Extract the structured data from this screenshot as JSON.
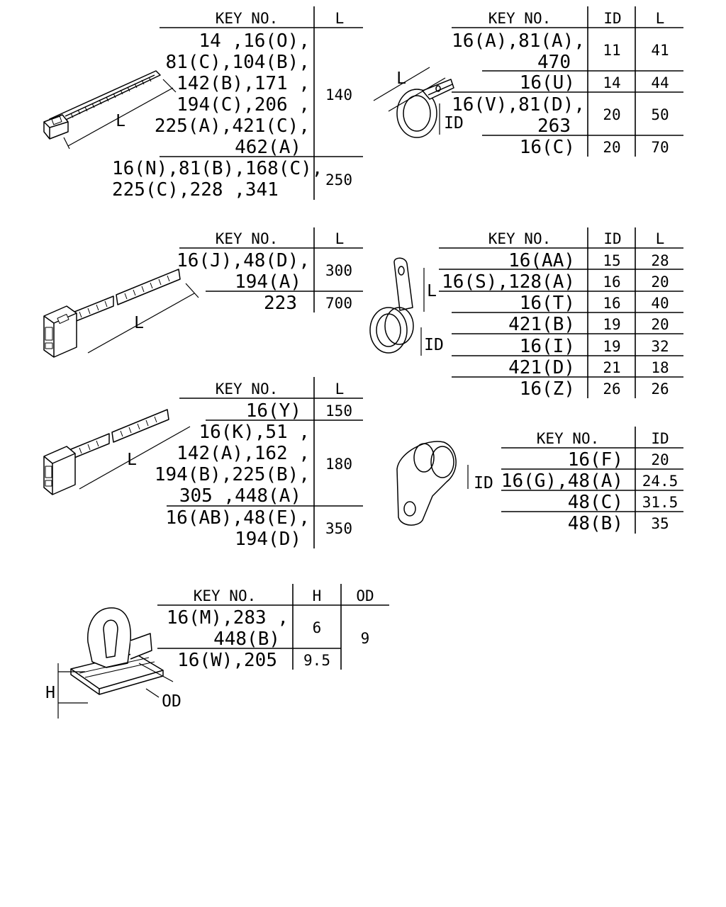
{
  "diagram": {
    "tables": [
      {
        "id": "t1",
        "headers": [
          "KEY NO.",
          "L"
        ],
        "rows": [
          {
            "key": [
              "14 ,16(O),",
              "81(C),104(B),",
              "142(B),171 ,",
              "194(C),206 ,",
              "225(A),421(C),",
              "462(A)"
            ],
            "values": [
              "140"
            ]
          },
          {
            "key": [
              "16(N),81(B),168(C),",
              "225(C),228 ,341"
            ],
            "values": [
              "250"
            ]
          }
        ]
      },
      {
        "id": "t2",
        "headers": [
          "KEY NO.",
          "ID",
          "L"
        ],
        "rows": [
          {
            "key": [
              "16(A),81(A),",
              "470"
            ],
            "values": [
              "11",
              "41"
            ]
          },
          {
            "key": [
              "16(U)"
            ],
            "values": [
              "14",
              "44"
            ]
          },
          {
            "key": [
              "16(V),81(D),",
              "263"
            ],
            "values": [
              "20",
              "50"
            ]
          },
          {
            "key": [
              "16(C)"
            ],
            "values": [
              "20",
              "70"
            ]
          }
        ]
      },
      {
        "id": "t3",
        "headers": [
          "KEY NO.",
          "L"
        ],
        "rows": [
          {
            "key": [
              "16(J),48(D),",
              "194(A)"
            ],
            "values": [
              "300"
            ]
          },
          {
            "key": [
              "223"
            ],
            "values": [
              "700"
            ]
          }
        ]
      },
      {
        "id": "t4",
        "headers": [
          "KEY NO.",
          "ID",
          "L"
        ],
        "rows": [
          {
            "key": [
              "16(AA)"
            ],
            "values": [
              "15",
              "28"
            ]
          },
          {
            "key": [
              "16(S),128(A)"
            ],
            "values": [
              "16",
              "20"
            ]
          },
          {
            "key": [
              "16(T)"
            ],
            "values": [
              "16",
              "40"
            ]
          },
          {
            "key": [
              "421(B)"
            ],
            "values": [
              "19",
              "20"
            ]
          },
          {
            "key": [
              "16(I)"
            ],
            "values": [
              "19",
              "32"
            ]
          },
          {
            "key": [
              "421(D)"
            ],
            "values": [
              "21",
              "18"
            ]
          },
          {
            "key": [
              "16(Z)"
            ],
            "values": [
              "26",
              "26"
            ]
          }
        ]
      },
      {
        "id": "t5",
        "headers": [
          "KEY NO.",
          "L"
        ],
        "rows": [
          {
            "key": [
              "16(Y)"
            ],
            "values": [
              "150"
            ]
          },
          {
            "key": [
              "16(K),51 ,",
              "142(A),162 ,",
              "194(B),225(B),",
              "305 ,448(A)"
            ],
            "values": [
              "180"
            ]
          },
          {
            "key": [
              "16(AB),48(E),",
              "194(D)"
            ],
            "values": [
              "350"
            ]
          }
        ]
      },
      {
        "id": "t6",
        "headers": [
          "KEY NO.",
          "ID"
        ],
        "rows": [
          {
            "key": [
              "16(F)"
            ],
            "values": [
              "20"
            ]
          },
          {
            "key": [
              "16(G),48(A)"
            ],
            "values": [
              "24.5"
            ]
          },
          {
            "key": [
              "48(C)"
            ],
            "values": [
              "31.5"
            ]
          },
          {
            "key": [
              "48(B)"
            ],
            "values": [
              "35"
            ]
          }
        ]
      },
      {
        "id": "t7",
        "headers": [
          "KEY NO.",
          "H",
          "OD"
        ],
        "rows": [
          {
            "key": [
              "16(M),283 ,",
              "448(B)"
            ],
            "values": [
              "6"
            ]
          },
          {
            "key": [
              "16(W),205"
            ],
            "values": [
              "9.5"
            ]
          }
        ],
        "shared": "9"
      }
    ],
    "dimension_labels": {
      "tie1_l": "L",
      "clamp1_l": "L",
      "clamp1_id": "ID",
      "tie2_l": "L",
      "clamp2_l": "L",
      "clamp2_id": "ID",
      "tie3_l": "L",
      "clamp3_id": "ID",
      "clip_h": "H",
      "clip_od": "OD"
    }
  }
}
